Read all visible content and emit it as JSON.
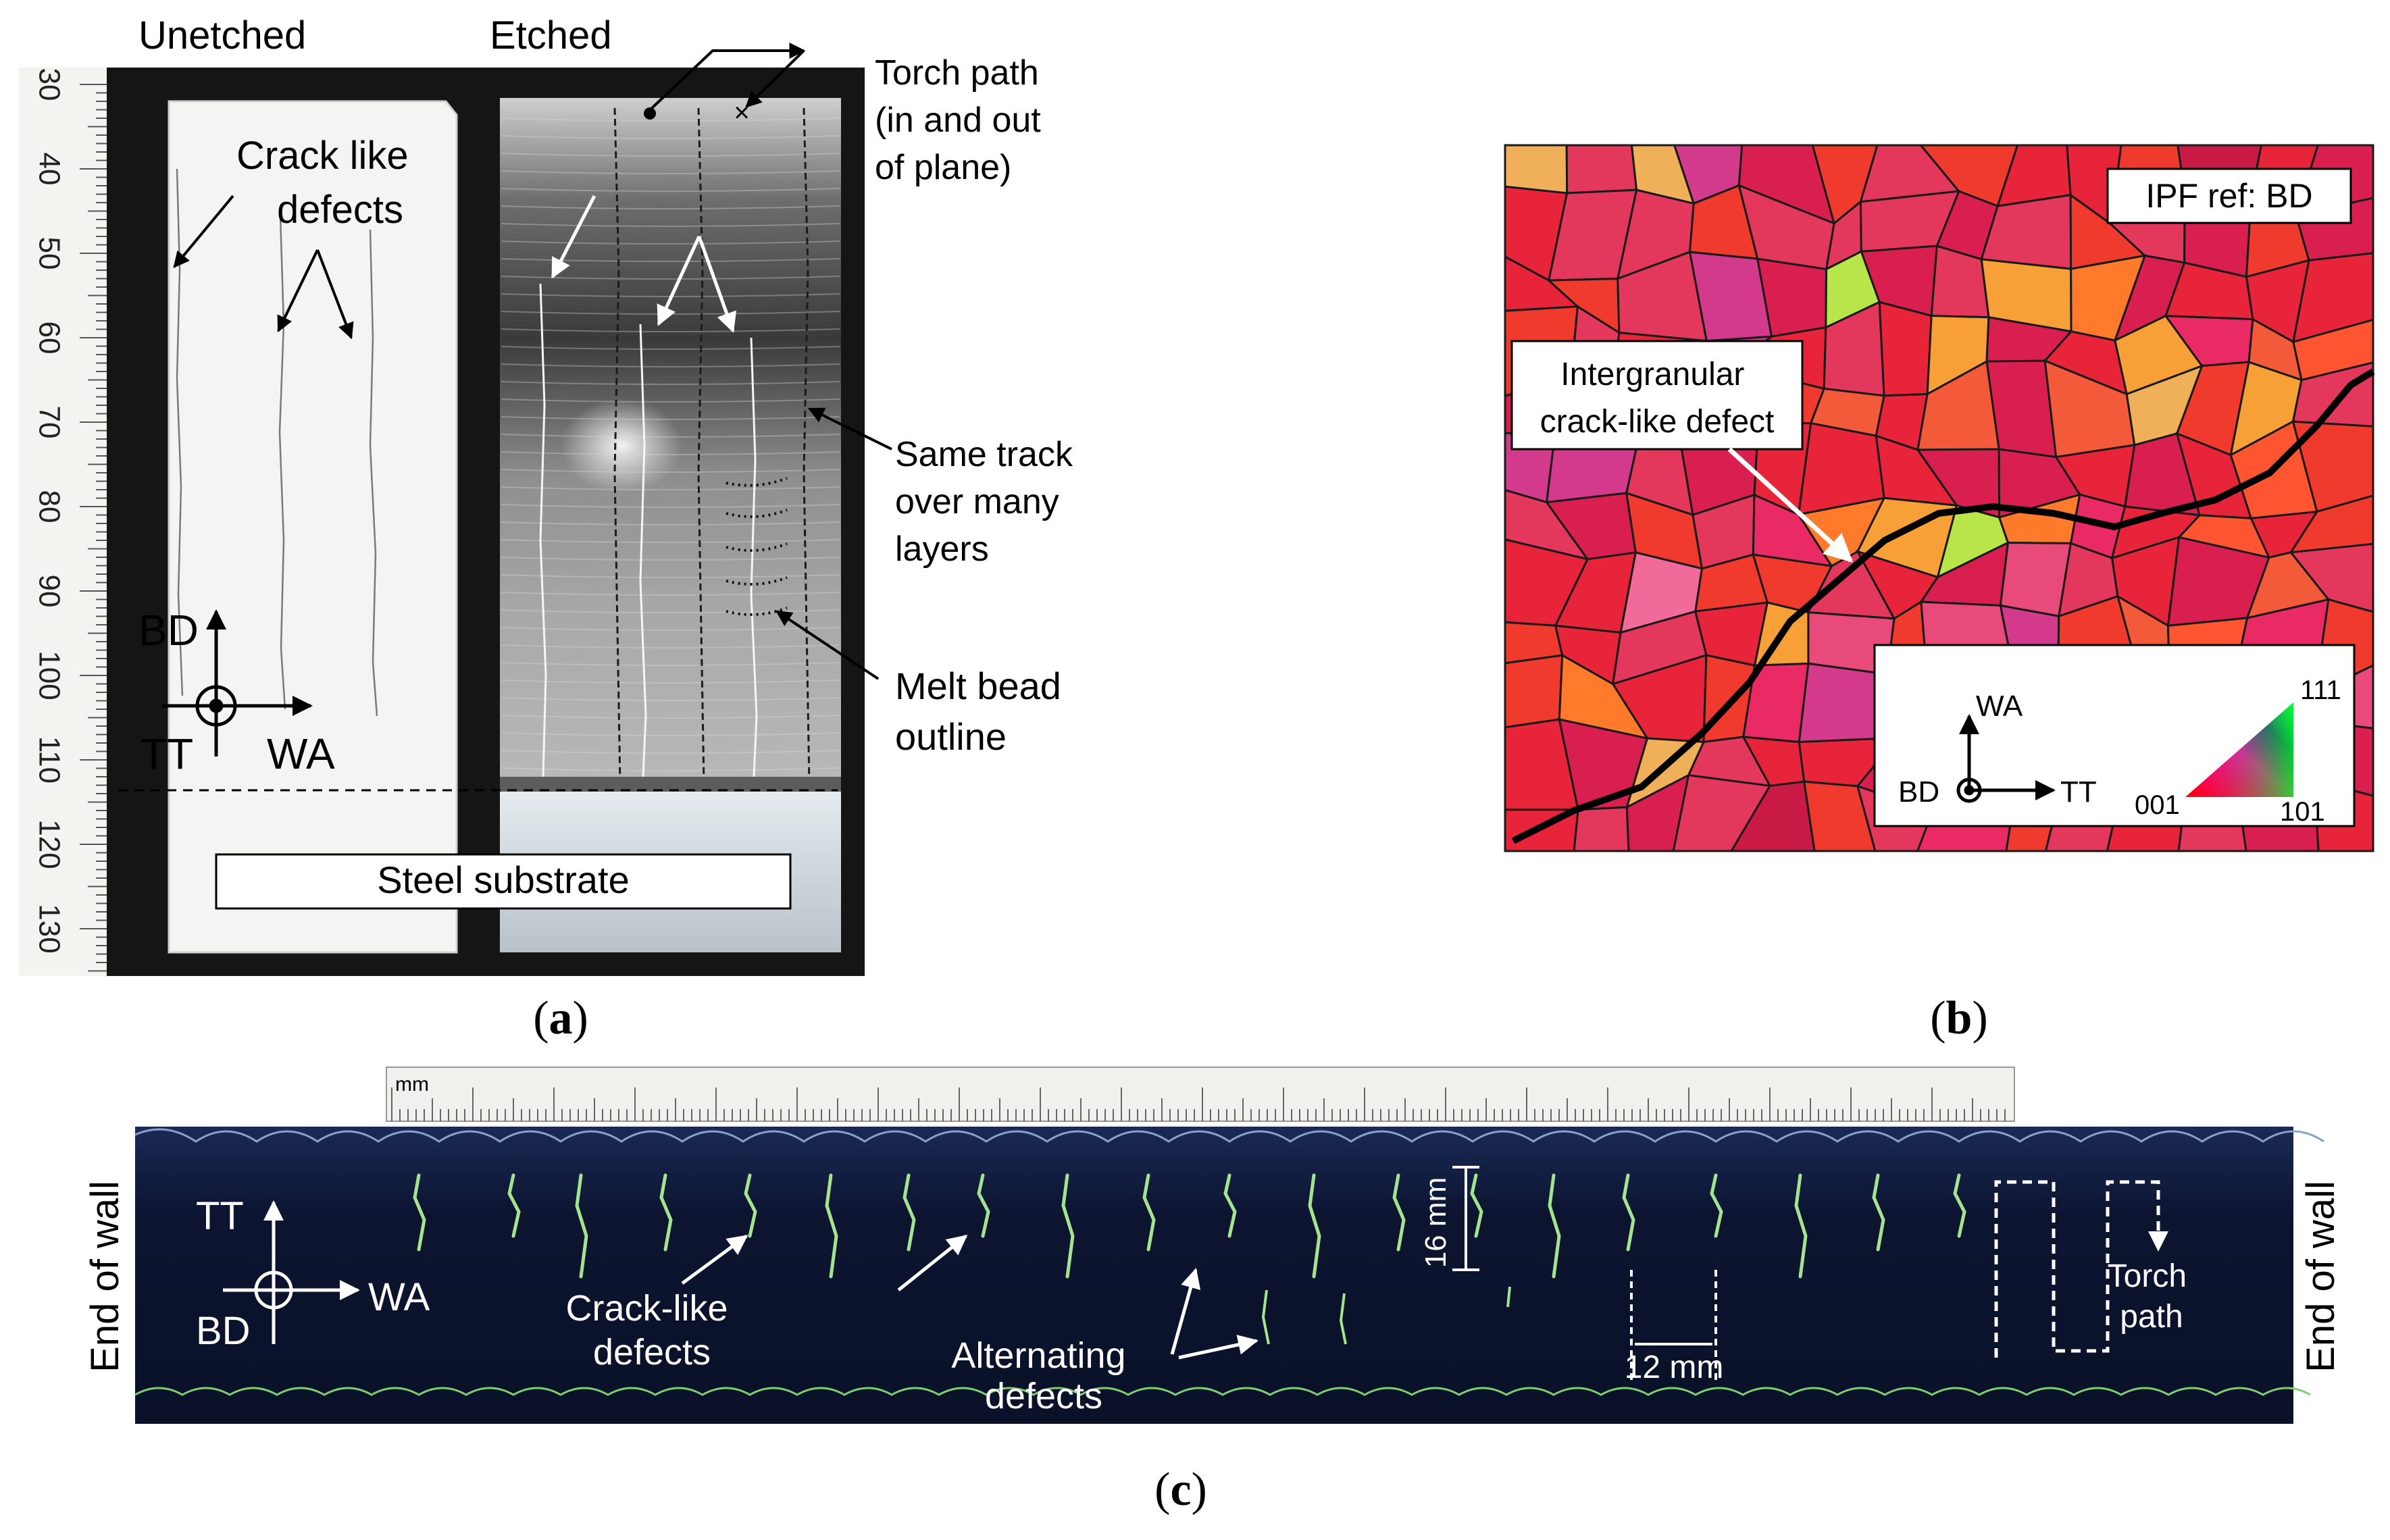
{
  "panel_a": {
    "label_unetched": "Unetched",
    "label_etched": "Etched",
    "crack_like_defects": [
      "Crack like",
      "defects"
    ],
    "torch_path": [
      "Torch path",
      "(in and out",
      "of plane)"
    ],
    "same_track": [
      "Same track",
      "over many",
      "layers"
    ],
    "melt_bead": [
      "Melt bead",
      "outline"
    ],
    "steel_substrate": "Steel substrate",
    "axis_bd": "BD",
    "axis_tt": "TT",
    "axis_wa": "WA",
    "ruler_ticks": [
      "30",
      "40",
      "50",
      "60",
      "70",
      "80",
      "90",
      "100",
      "110",
      "120",
      "130"
    ],
    "caption_open": "(",
    "caption_letter": "a",
    "caption_close": ")"
  },
  "panel_b": {
    "ipf_ref": "IPF ref: BD",
    "intergranular": [
      "Intergranular",
      "crack-like defect"
    ],
    "axis_wa": "WA",
    "axis_bd": "BD",
    "axis_tt": "TT",
    "tri_111": "111",
    "tri_001": "001",
    "tri_101": "101",
    "caption_open": "(",
    "caption_letter": "b",
    "caption_close": ")"
  },
  "panel_c": {
    "ruler_unit": "mm",
    "end_of_wall_left": "End of wall",
    "end_of_wall_right": "End of wall",
    "axis_tt": "TT",
    "axis_bd": "BD",
    "axis_wa": "WA",
    "crack_like_defects": [
      "Crack-like",
      "defects"
    ],
    "alternating_defects": [
      "Alternating",
      "defects"
    ],
    "dim_16mm": "16 mm",
    "dim_12mm": "12 mm",
    "torch_path": [
      "Torch",
      "path"
    ],
    "caption_open": "(",
    "caption_letter": "c",
    "caption_close": ")"
  },
  "colors": {
    "dark_background": "#141414",
    "ebsd_red": "#e8283c",
    "wall_blue": "#0d1630",
    "crack_green": "#9fe08a"
  }
}
